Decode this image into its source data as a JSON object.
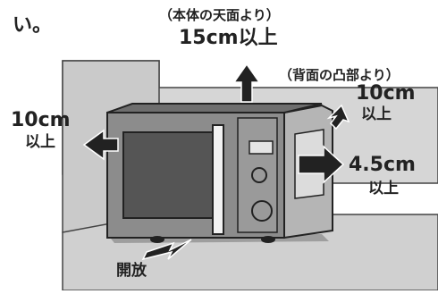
{
  "intro_fragment": "い。",
  "top_clearance": {
    "note": "（本体の天面より）",
    "value": "15cm以上"
  },
  "back_clearance": {
    "note": "（背面の凸部より）",
    "value": "10cm",
    "suffix": "以上"
  },
  "left_clearance": {
    "value": "10cm",
    "suffix": "以上"
  },
  "right_clearance": {
    "value": "4.5cm",
    "suffix": "以上"
  },
  "front_clearance": {
    "label": "開放"
  },
  "colors": {
    "wall": "#d6d6d6",
    "wall_shadow": "#c4c4c4",
    "floor": "#cfcfcf",
    "body": "#8a8a8a",
    "body_dark": "#3b3b3b",
    "window": "#555555",
    "arrow": "#222222"
  }
}
